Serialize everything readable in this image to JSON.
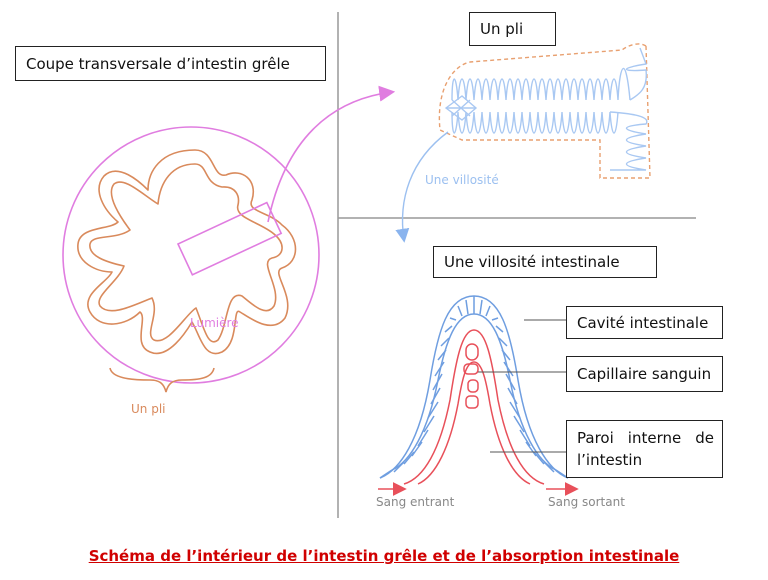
{
  "labels": {
    "coupe": "Coupe transversale d’intestin grêle",
    "un_pli_box": "Un pli",
    "une_villosite_small": "Une villosité",
    "villosite_intestinale": "Une villosité intestinale",
    "lumiere": "Lumière",
    "un_pli_brace": "Un pli",
    "cavite": "Cavité intestinale",
    "capillaire": "Capillaire sanguin",
    "paroi": "Paroi interne de l’intestin",
    "sang_entrant": "Sang entrant",
    "sang_sortant": "Sang sortant"
  },
  "title": "Schéma de l’intérieur de l’intestin grêle et de l’absorption intestinale",
  "colors": {
    "fold": "#d98a5c",
    "lumen_circle": "#e07de0",
    "villi_blue": "#7fa8e6",
    "arrow_blue": "#9cc0f0",
    "blood_red": "#e8505a",
    "title_red": "#d00000",
    "dash_orange": "#e8a070"
  }
}
